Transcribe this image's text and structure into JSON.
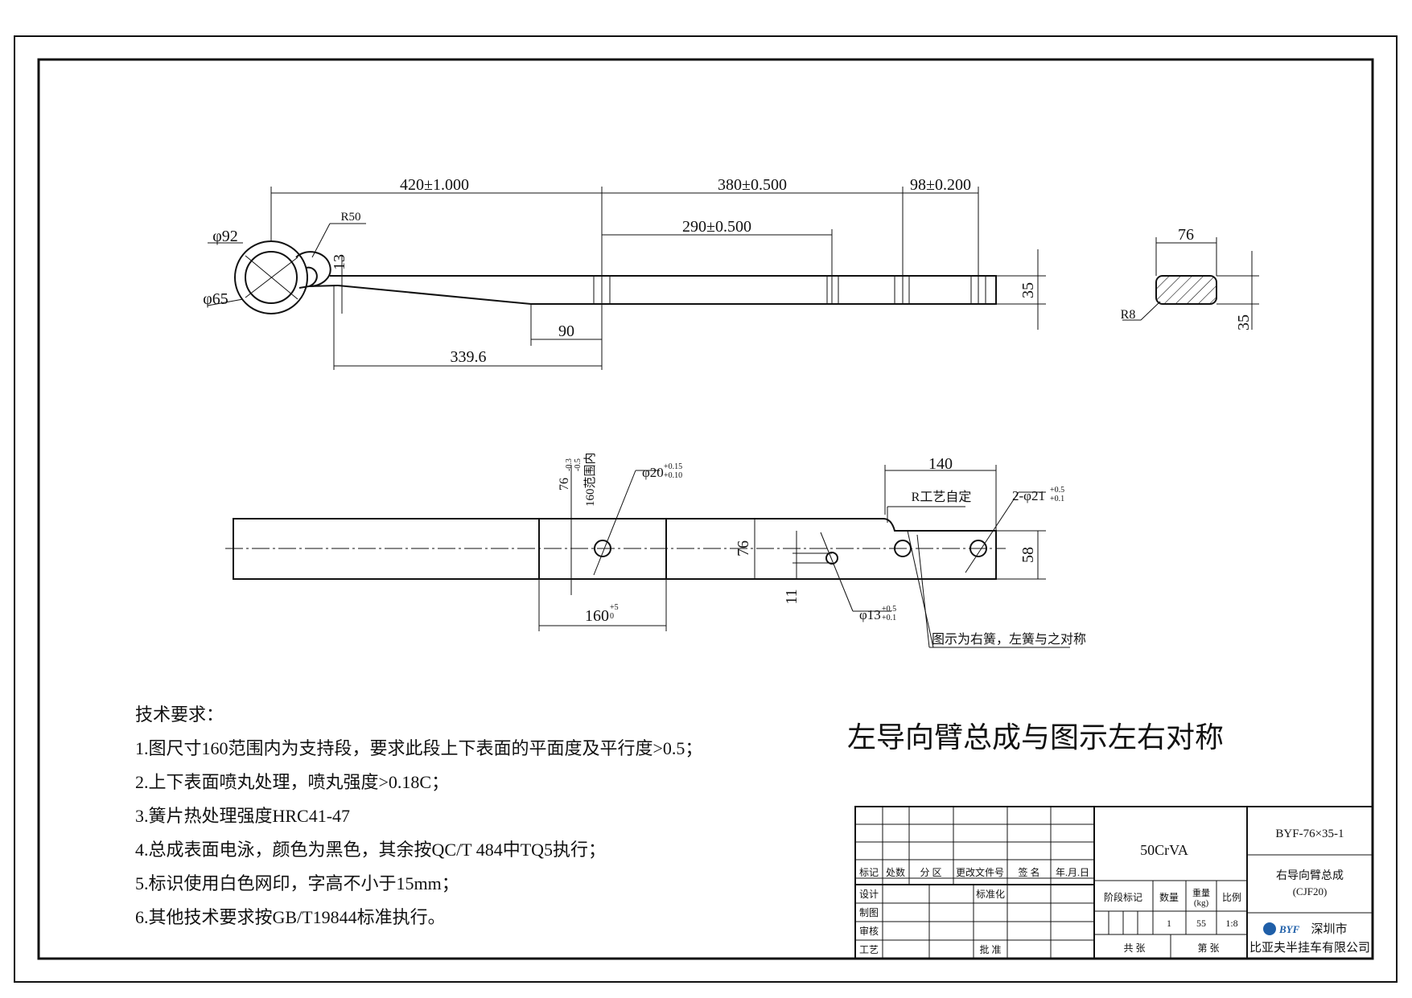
{
  "drawing": {
    "side_view": {
      "dim_length_1": "420±1.000",
      "dim_length_2": "380±0.500",
      "dim_length_3": "98±0.200",
      "dim_length_4": "290±0.500",
      "dim_radius": "R50",
      "dim_outer_diameter": "φ92",
      "dim_inner_diameter": "φ65",
      "dim_13": "13",
      "dim_thickness": "35",
      "dim_90": "90",
      "dim_339": "339.6"
    },
    "section_view": {
      "dim_width": "76",
      "dim_radius": "R8",
      "dim_height": "35"
    },
    "plan_view": {
      "dim_140": "140",
      "note_r": "R工艺自定",
      "hole_2_label": "2-φ21",
      "hole_2_tol": "+0.5\n+0.1",
      "hole_1_label": "φ20",
      "hole_1_tol": "+0.15\n+0.10",
      "dim_76_tol_label": "76",
      "dim_76_tol": "-0.3\n-0.5",
      "dim_160_range": "160范围内",
      "dim_76": "76",
      "dim_58": "58",
      "dim_11": "11",
      "hole_3_label": "φ13",
      "hole_3_tol": "+0.5\n+0.1",
      "dim_160": "160",
      "dim_160_tol": "+5\n0",
      "note_right": "图示为右簧，左簧与之对称"
    }
  },
  "tech_requirements": {
    "title": "技术要求：",
    "items": [
      "1.图尺寸160范围内为支持段，要求此段上下表面的平面度及平行度>0.5；",
      "2.上下表面喷丸处理，喷丸强度>0.18C；",
      "3.簧片热处理强度HRC41-47",
      "4.总成表面电泳，颜色为黑色，其余按QC/T 484中TQ5执行；",
      "5.标识使用白色网印，字高不小于15mm；",
      "6.其他技术要求按GB/T19844标准执行。"
    ]
  },
  "note_big": "左导向臂总成与图示左右对称",
  "title_block": {
    "rev_headers": [
      "标记",
      "处数",
      "分 区",
      "更改文件号",
      "签 名",
      "年.月.日"
    ],
    "left_rows": [
      "设计",
      "制图",
      "审核",
      "工艺"
    ],
    "std_label": "标准化",
    "approve_label": "批 准",
    "material": "50CrVA",
    "stage_label": "阶段标记",
    "qty_label": "数量",
    "weight_label": "重量\n(kg)",
    "scale_label": "比例",
    "qty": "1",
    "weight": "55",
    "scale": "1:8",
    "total_sheets": "共  张",
    "sheet_no": "第  张",
    "drawing_no": "BYF-76×35-1",
    "part_name": "右导向臂总成",
    "part_code": "(CJF20)",
    "company_city": "深圳市",
    "company_name": "比亚夫半挂车有限公司",
    "logo_text": "BYF"
  }
}
